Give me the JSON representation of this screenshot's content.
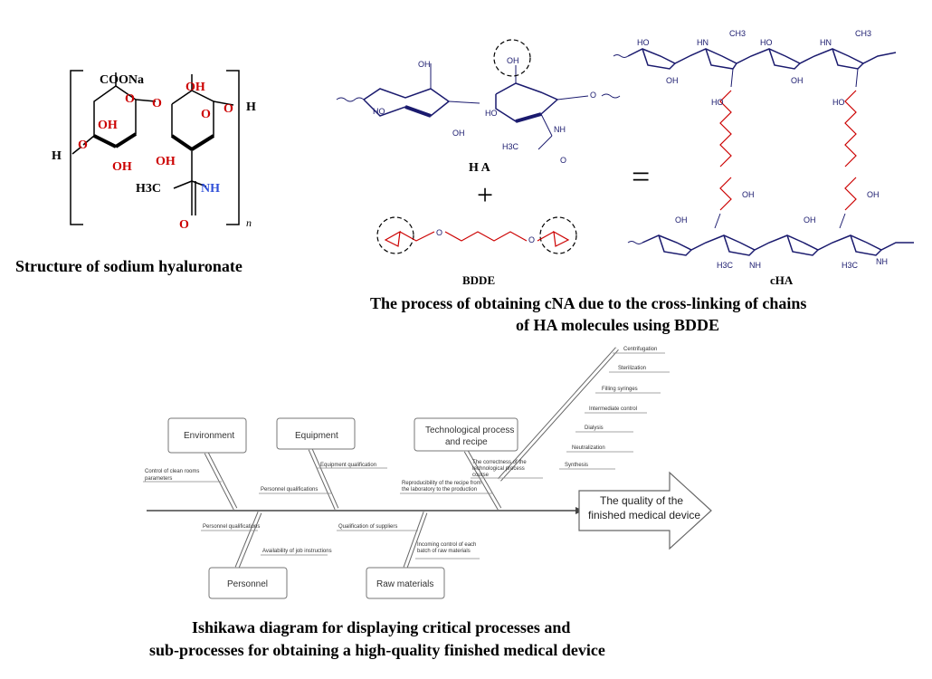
{
  "sodium_hyaluronate": {
    "caption": "Structure of sodium hyaluronate",
    "atoms": {
      "coona": "COONa",
      "o_ring1": "O",
      "o_ring2": "O",
      "o_link": "O",
      "oh1": "OH",
      "oh2": "OH",
      "oh3": "OH",
      "oh4": "OH",
      "o_left": "O",
      "h_left": "H",
      "h_right": "H",
      "o_right": "O",
      "h3c": "H3C",
      "nh": "NH",
      "o_carbonyl": "O",
      "n_sub": "n"
    }
  },
  "crosslinking": {
    "caption_line1": "The process of obtaining cNA due to the cross-linking of chains",
    "caption_line2": "of HA molecules using BDDE",
    "ha_label": "H A",
    "bdde_label": "BDDE",
    "cha_label": "cHA",
    "plus": "+",
    "equals": "=",
    "atoms": {
      "oh": "OH",
      "ho": "HO",
      "o": "O",
      "nh": "NH",
      "h3c": "H3C",
      "ch3": "CH3",
      "hn": "HN"
    }
  },
  "ishikawa": {
    "caption_line1": "Ishikawa diagram for displaying critical processes and",
    "caption_line2": "sub-processes for obtaining a high-quality finished medical device",
    "head": {
      "line1": "The quality of the",
      "line2": "finished medical device"
    },
    "categories": {
      "environment": "Environment",
      "equipment": "Equipment",
      "tech_line1": "Technological process",
      "tech_line2": "and recipe",
      "personnel": "Personnel",
      "raw_materials": "Raw materials"
    },
    "causes": {
      "clean_rooms_1": "Control of clean rooms",
      "clean_rooms_2": "parameters",
      "equip_qual": "Equipment qualification",
      "personnel_qual_top": "Personnel qualifications",
      "correctness_1": "The correctness of the",
      "correctness_2": "technological process",
      "correctness_3": "course",
      "reproducibility_1": "Reproducibility of the recipe from",
      "reproducibility_2": "the laboratory to the production",
      "personnel_qual_bottom": "Personnel qualifications",
      "job_instructions": "Availability of job instructions",
      "suppliers": "Qualification of suppliers",
      "incoming_1": "Incoming control of each",
      "incoming_2": "batch of raw materials",
      "centrifugation": "Centrifugation",
      "sterilization": "Sterilization",
      "filling": "Filling syringes",
      "intermediate": "Intermediate control",
      "dialysis": "Dialysis",
      "neutralization": "Neutralization",
      "synthesis": "Synthesis"
    }
  }
}
